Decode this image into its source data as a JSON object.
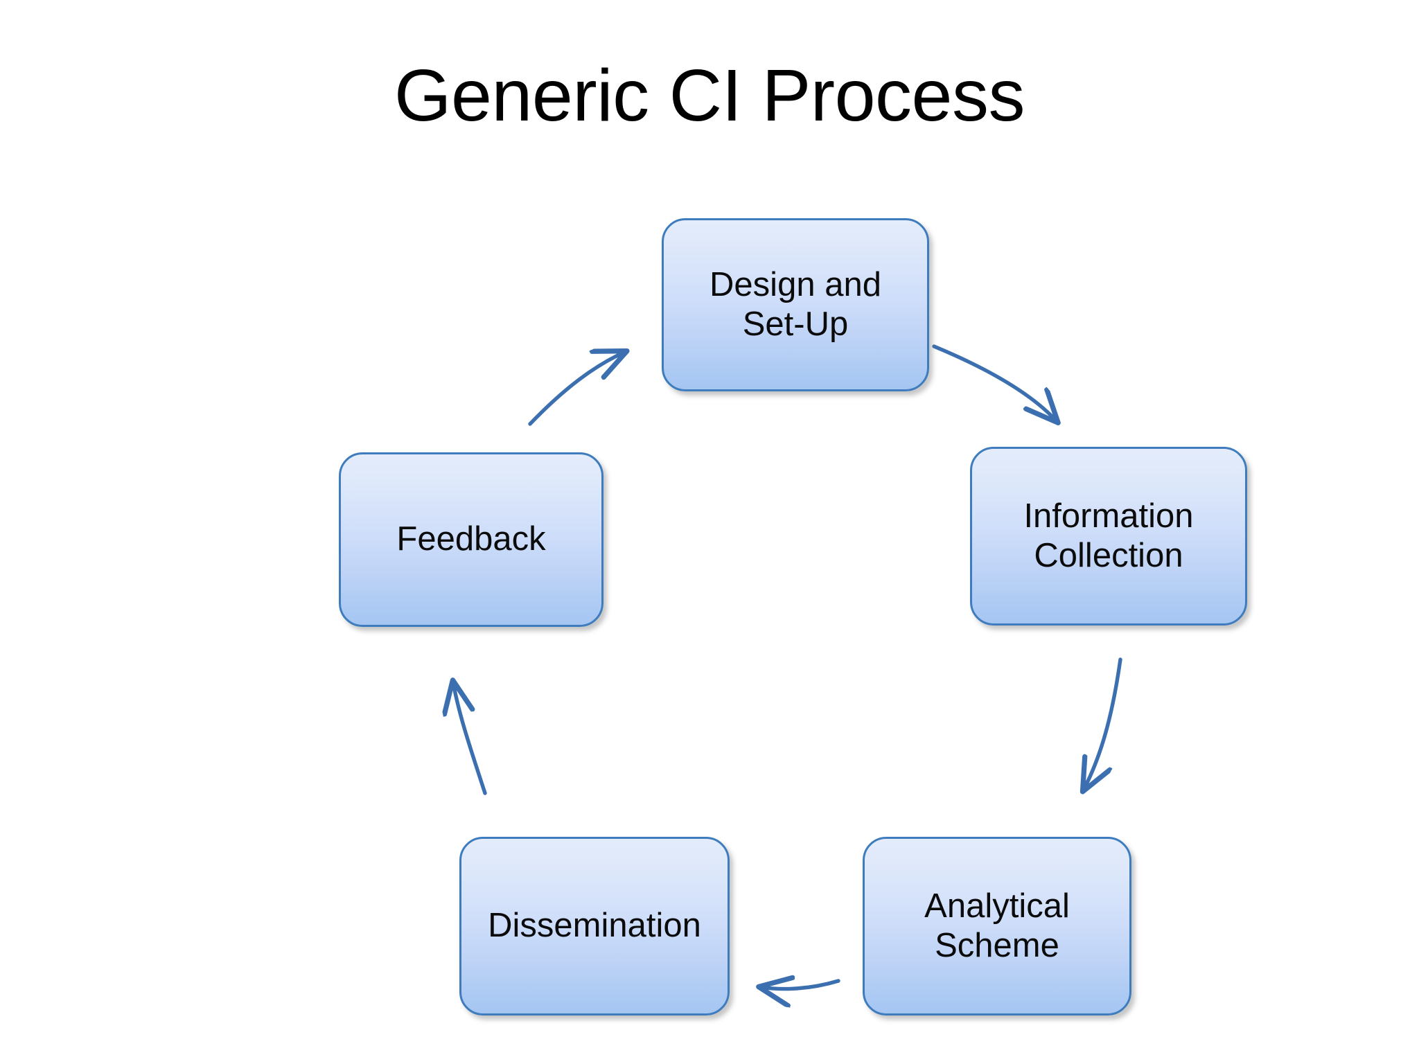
{
  "slide": {
    "title": "Generic CI Process",
    "background_color": "#FFFFFF"
  },
  "theme": {
    "box_border_color": "#3E7CBE",
    "box_fill_top": "#E4ECFB",
    "box_fill_bottom": "#A6C6F2",
    "arrow_color": "#3C6FB0",
    "text_color": "#0B0B0B"
  },
  "diagram": {
    "type": "cycle",
    "direction": "clockwise",
    "nodes": [
      {
        "id": "design",
        "label": "Design and\nSet-Up",
        "position": "top"
      },
      {
        "id": "information",
        "label": "Information\nCollection",
        "position": "right"
      },
      {
        "id": "analytical",
        "label": "Analytical\nScheme",
        "position": "bottom-right"
      },
      {
        "id": "dissemination",
        "label": "Dissemination",
        "position": "bottom-left"
      },
      {
        "id": "feedback",
        "label": "Feedback",
        "position": "left"
      }
    ],
    "edges": [
      {
        "id": "edge-design-to-information",
        "from": "design",
        "to": "information",
        "style": "curved-arrow"
      },
      {
        "id": "edge-information-to-analytical",
        "from": "information",
        "to": "analytical",
        "style": "curved-arrow"
      },
      {
        "id": "edge-analytical-to-dissemination",
        "from": "analytical",
        "to": "dissemination",
        "style": "curved-arrow"
      },
      {
        "id": "edge-dissemination-to-feedback",
        "from": "dissemination",
        "to": "feedback",
        "style": "curved-arrow"
      },
      {
        "id": "edge-feedback-to-design",
        "from": "feedback",
        "to": "design",
        "style": "curved-arrow"
      }
    ]
  }
}
